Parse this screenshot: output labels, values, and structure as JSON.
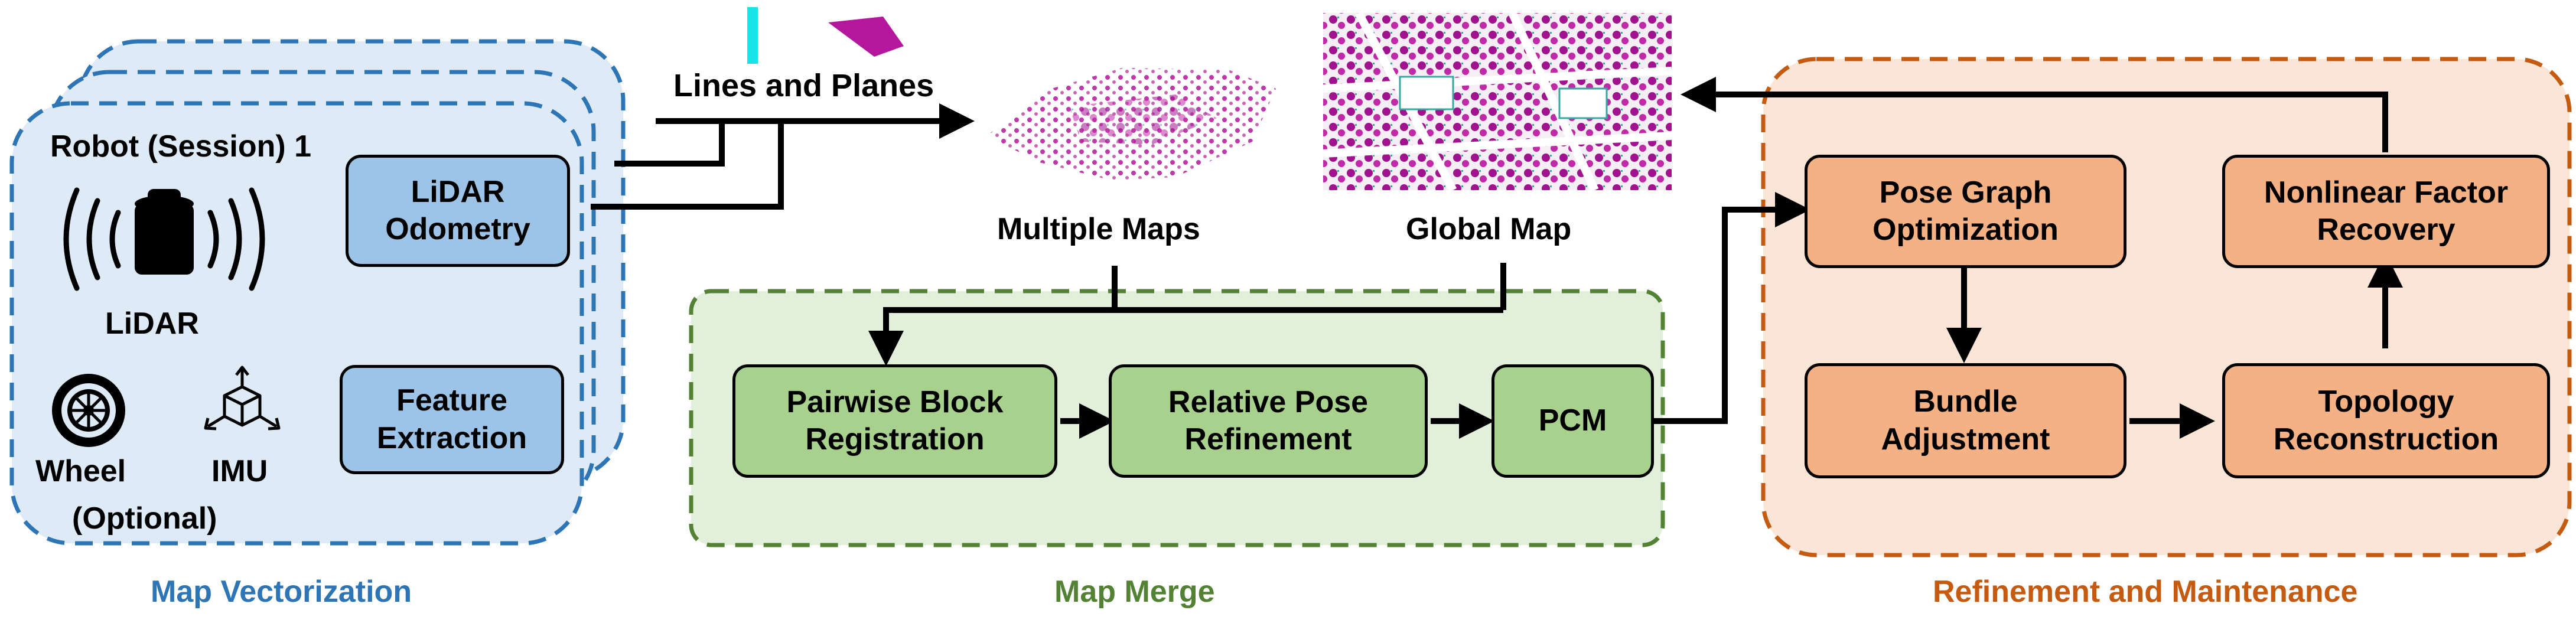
{
  "sections": {
    "vectorization": {
      "title": "Map Vectorization",
      "color": "#2e75b6"
    },
    "merge": {
      "title": "Map Merge",
      "color": "#548235"
    },
    "refinement": {
      "title": "Refinement and Maintenance",
      "color": "#c55a11"
    }
  },
  "robot": {
    "title": "Robot (Session) 1",
    "lidar_label": "LiDAR",
    "wheel_label": "Wheel",
    "imu_label": "IMU",
    "optional_label": "(Optional)"
  },
  "vectorization_boxes": {
    "lidar_odometry": [
      "LiDAR",
      "Odometry"
    ],
    "feature_extraction": [
      "Feature",
      "Extraction"
    ]
  },
  "labels": {
    "lines_planes": "Lines and Planes",
    "multiple_maps": "Multiple Maps",
    "global_map": "Global Map"
  },
  "merge_boxes": {
    "pairwise": [
      "Pairwise Block",
      "Registration"
    ],
    "relative_pose": [
      "Relative Pose",
      "Refinement"
    ],
    "pcm": [
      "PCM"
    ]
  },
  "refinement_boxes": {
    "pose_graph": [
      "Pose Graph",
      "Optimization"
    ],
    "nonlinear": [
      "Nonlinear Factor",
      "Recovery"
    ],
    "bundle": [
      "Bundle",
      "Adjustment"
    ],
    "topology": [
      "Topology",
      "Reconstruction"
    ]
  },
  "colors": {
    "blue_box": "#9dc3e6",
    "green_box": "#a9d18e",
    "orange_box": "#f4b183",
    "blue_panel": "#deebf7",
    "green_panel": "#e2efda",
    "orange_panel": "#fbe5d6",
    "map_magenta": "#b4169c",
    "line_cyan": "#19e3e8"
  }
}
